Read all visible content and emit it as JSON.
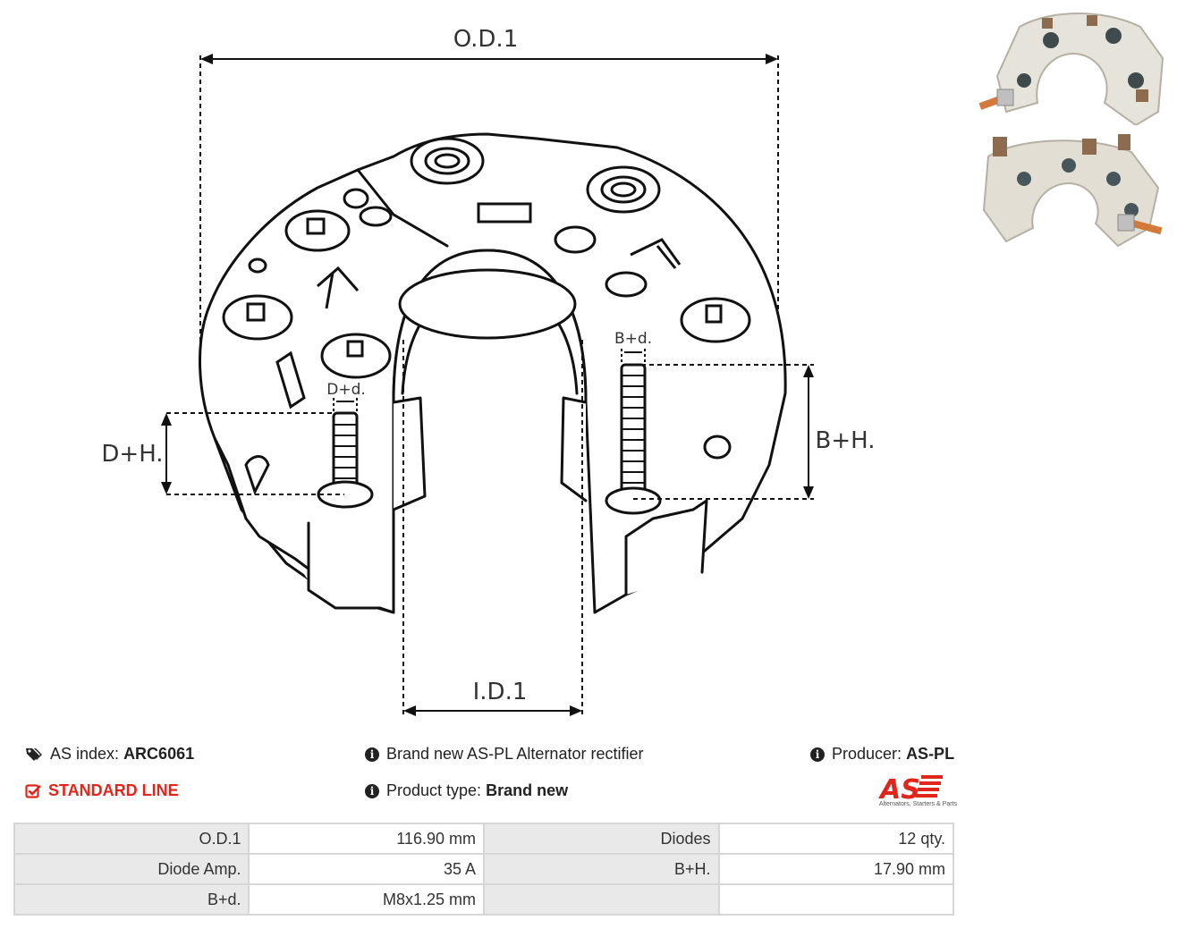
{
  "dimensions": {
    "od_label": "O.D.1",
    "id_label": "I.D.1",
    "dh_label": "D+H.",
    "bh_label": "B+H.",
    "dd_label": "D+d.",
    "bd_label": "B+d."
  },
  "info": {
    "as_index_label": "AS index:",
    "as_index_value": "ARC6061",
    "line_label": "STANDARD LINE",
    "description": "Brand new AS-PL Alternator rectifier",
    "product_type_label": "Product type:",
    "product_type_value": "Brand new",
    "producer_label": "Producer:",
    "producer_value": "AS-PL"
  },
  "logo": {
    "text": "AS",
    "tagline": "Alternators, Starters & Parts",
    "color": "#e1251b"
  },
  "specs": {
    "rows": [
      [
        {
          "k": "O.D.1",
          "v": "116.90 mm"
        },
        {
          "k": "Diodes",
          "v": "12 qty."
        }
      ],
      [
        {
          "k": "Diode Amp.",
          "v": "35 A"
        },
        {
          "k": "B+H.",
          "v": "17.90 mm"
        }
      ],
      [
        {
          "k": "B+d.",
          "v": "M8x1.25 mm"
        },
        {
          "k": "",
          "v": ""
        }
      ]
    ]
  }
}
